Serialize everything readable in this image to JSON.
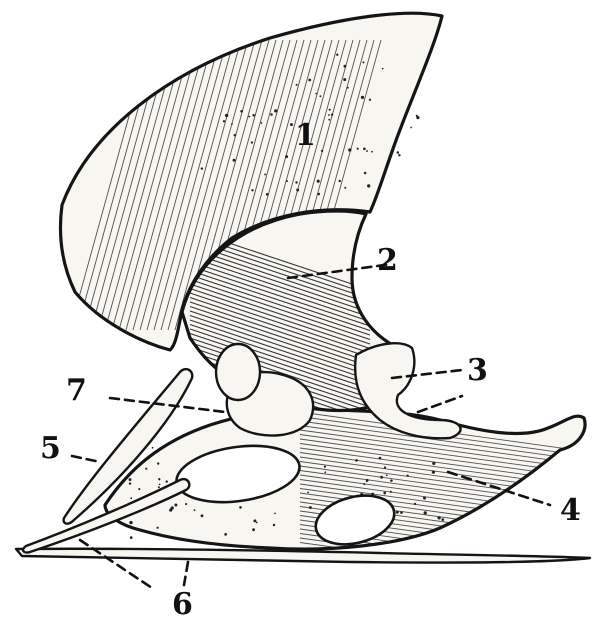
{
  "figure": {
    "labels": [
      {
        "id": "label-1",
        "text": "1"
      },
      {
        "id": "label-2",
        "text": "2"
      },
      {
        "id": "label-3",
        "text": "3"
      },
      {
        "id": "label-4",
        "text": "4"
      },
      {
        "id": "label-5",
        "text": "5"
      },
      {
        "id": "label-6",
        "text": "6"
      },
      {
        "id": "label-7",
        "text": "7"
      }
    ]
  }
}
